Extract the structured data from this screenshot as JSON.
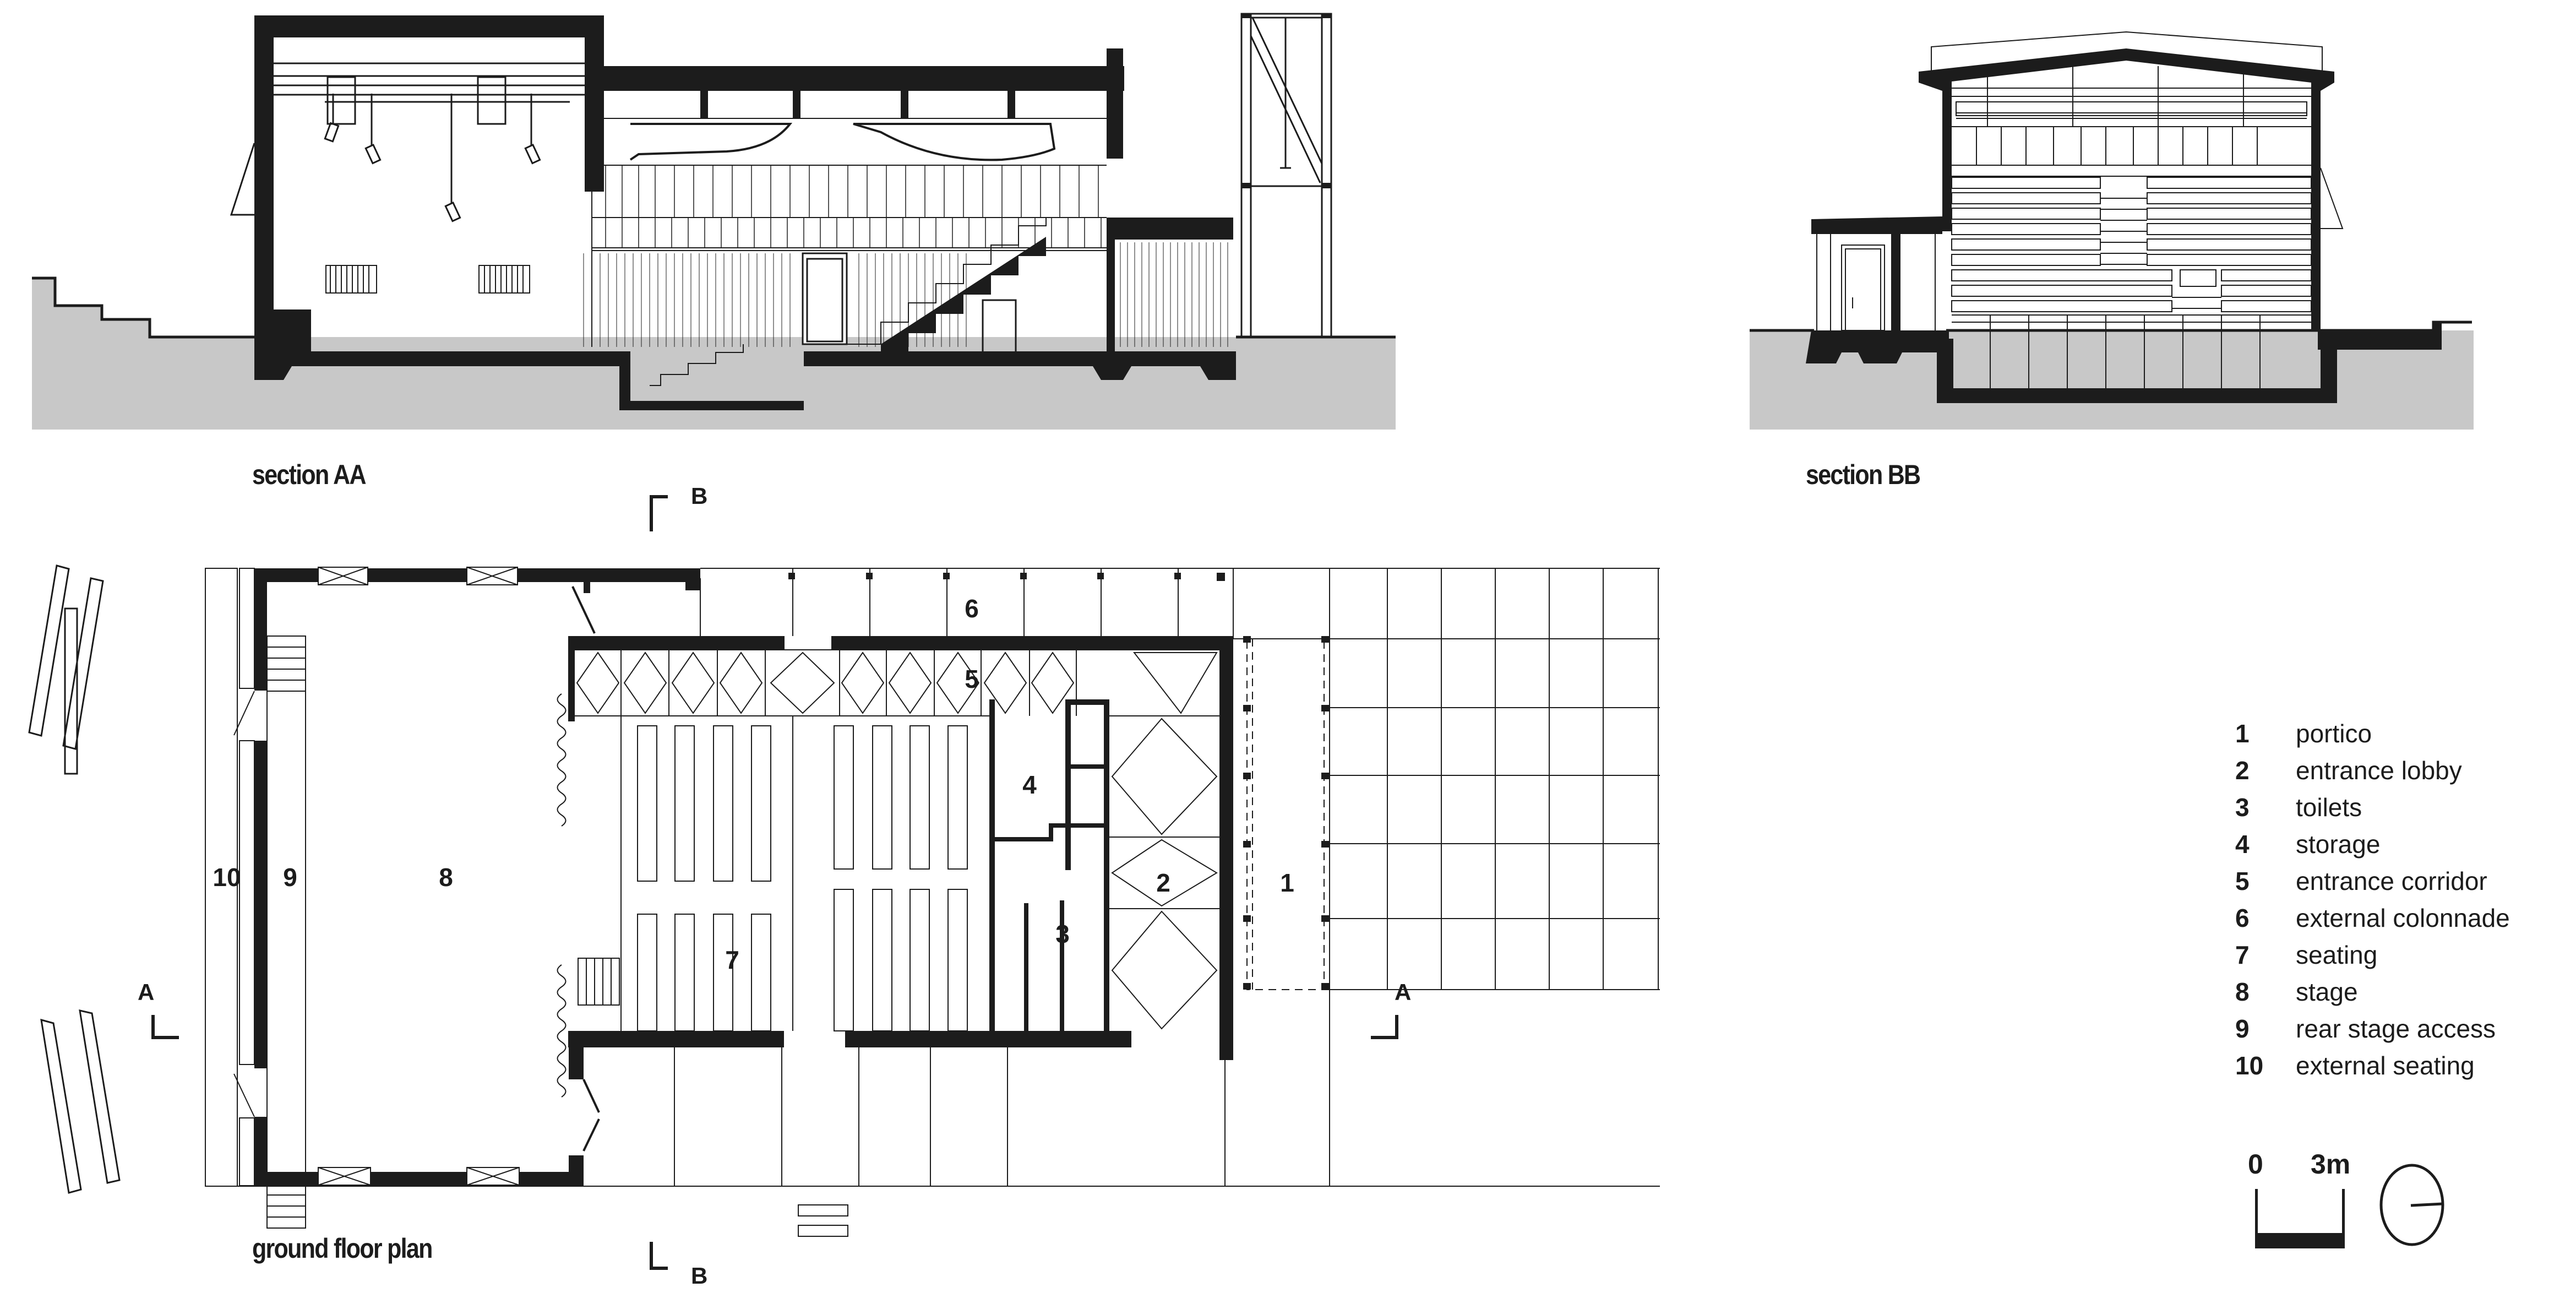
{
  "drawings": {
    "section_aa": {
      "title": "section AA"
    },
    "section_bb": {
      "title": "section BB"
    },
    "ground_floor_plan": {
      "title": "ground floor plan"
    }
  },
  "section_markers": {
    "b_top": "B",
    "b_bottom": "B",
    "a_left": "A",
    "a_right": "A"
  },
  "rooms": [
    {
      "num": "1",
      "name": "portico"
    },
    {
      "num": "2",
      "name": "entrance lobby"
    },
    {
      "num": "3",
      "name": "toilets"
    },
    {
      "num": "4",
      "name": "storage"
    },
    {
      "num": "5",
      "name": "entrance corridor"
    },
    {
      "num": "6",
      "name": "external colonnade"
    },
    {
      "num": "7",
      "name": "seating"
    },
    {
      "num": "8",
      "name": "stage"
    },
    {
      "num": "9",
      "name": "rear stage access"
    },
    {
      "num": "10",
      "name": "external seating"
    }
  ],
  "scale_bar": {
    "start": "0",
    "end": "3m"
  },
  "north_arrow": {
    "icon": "north-arrow-icon"
  },
  "colors": {
    "ink": "#1c1c1c",
    "ground": "#c8c8c8",
    "background": "#ffffff"
  }
}
